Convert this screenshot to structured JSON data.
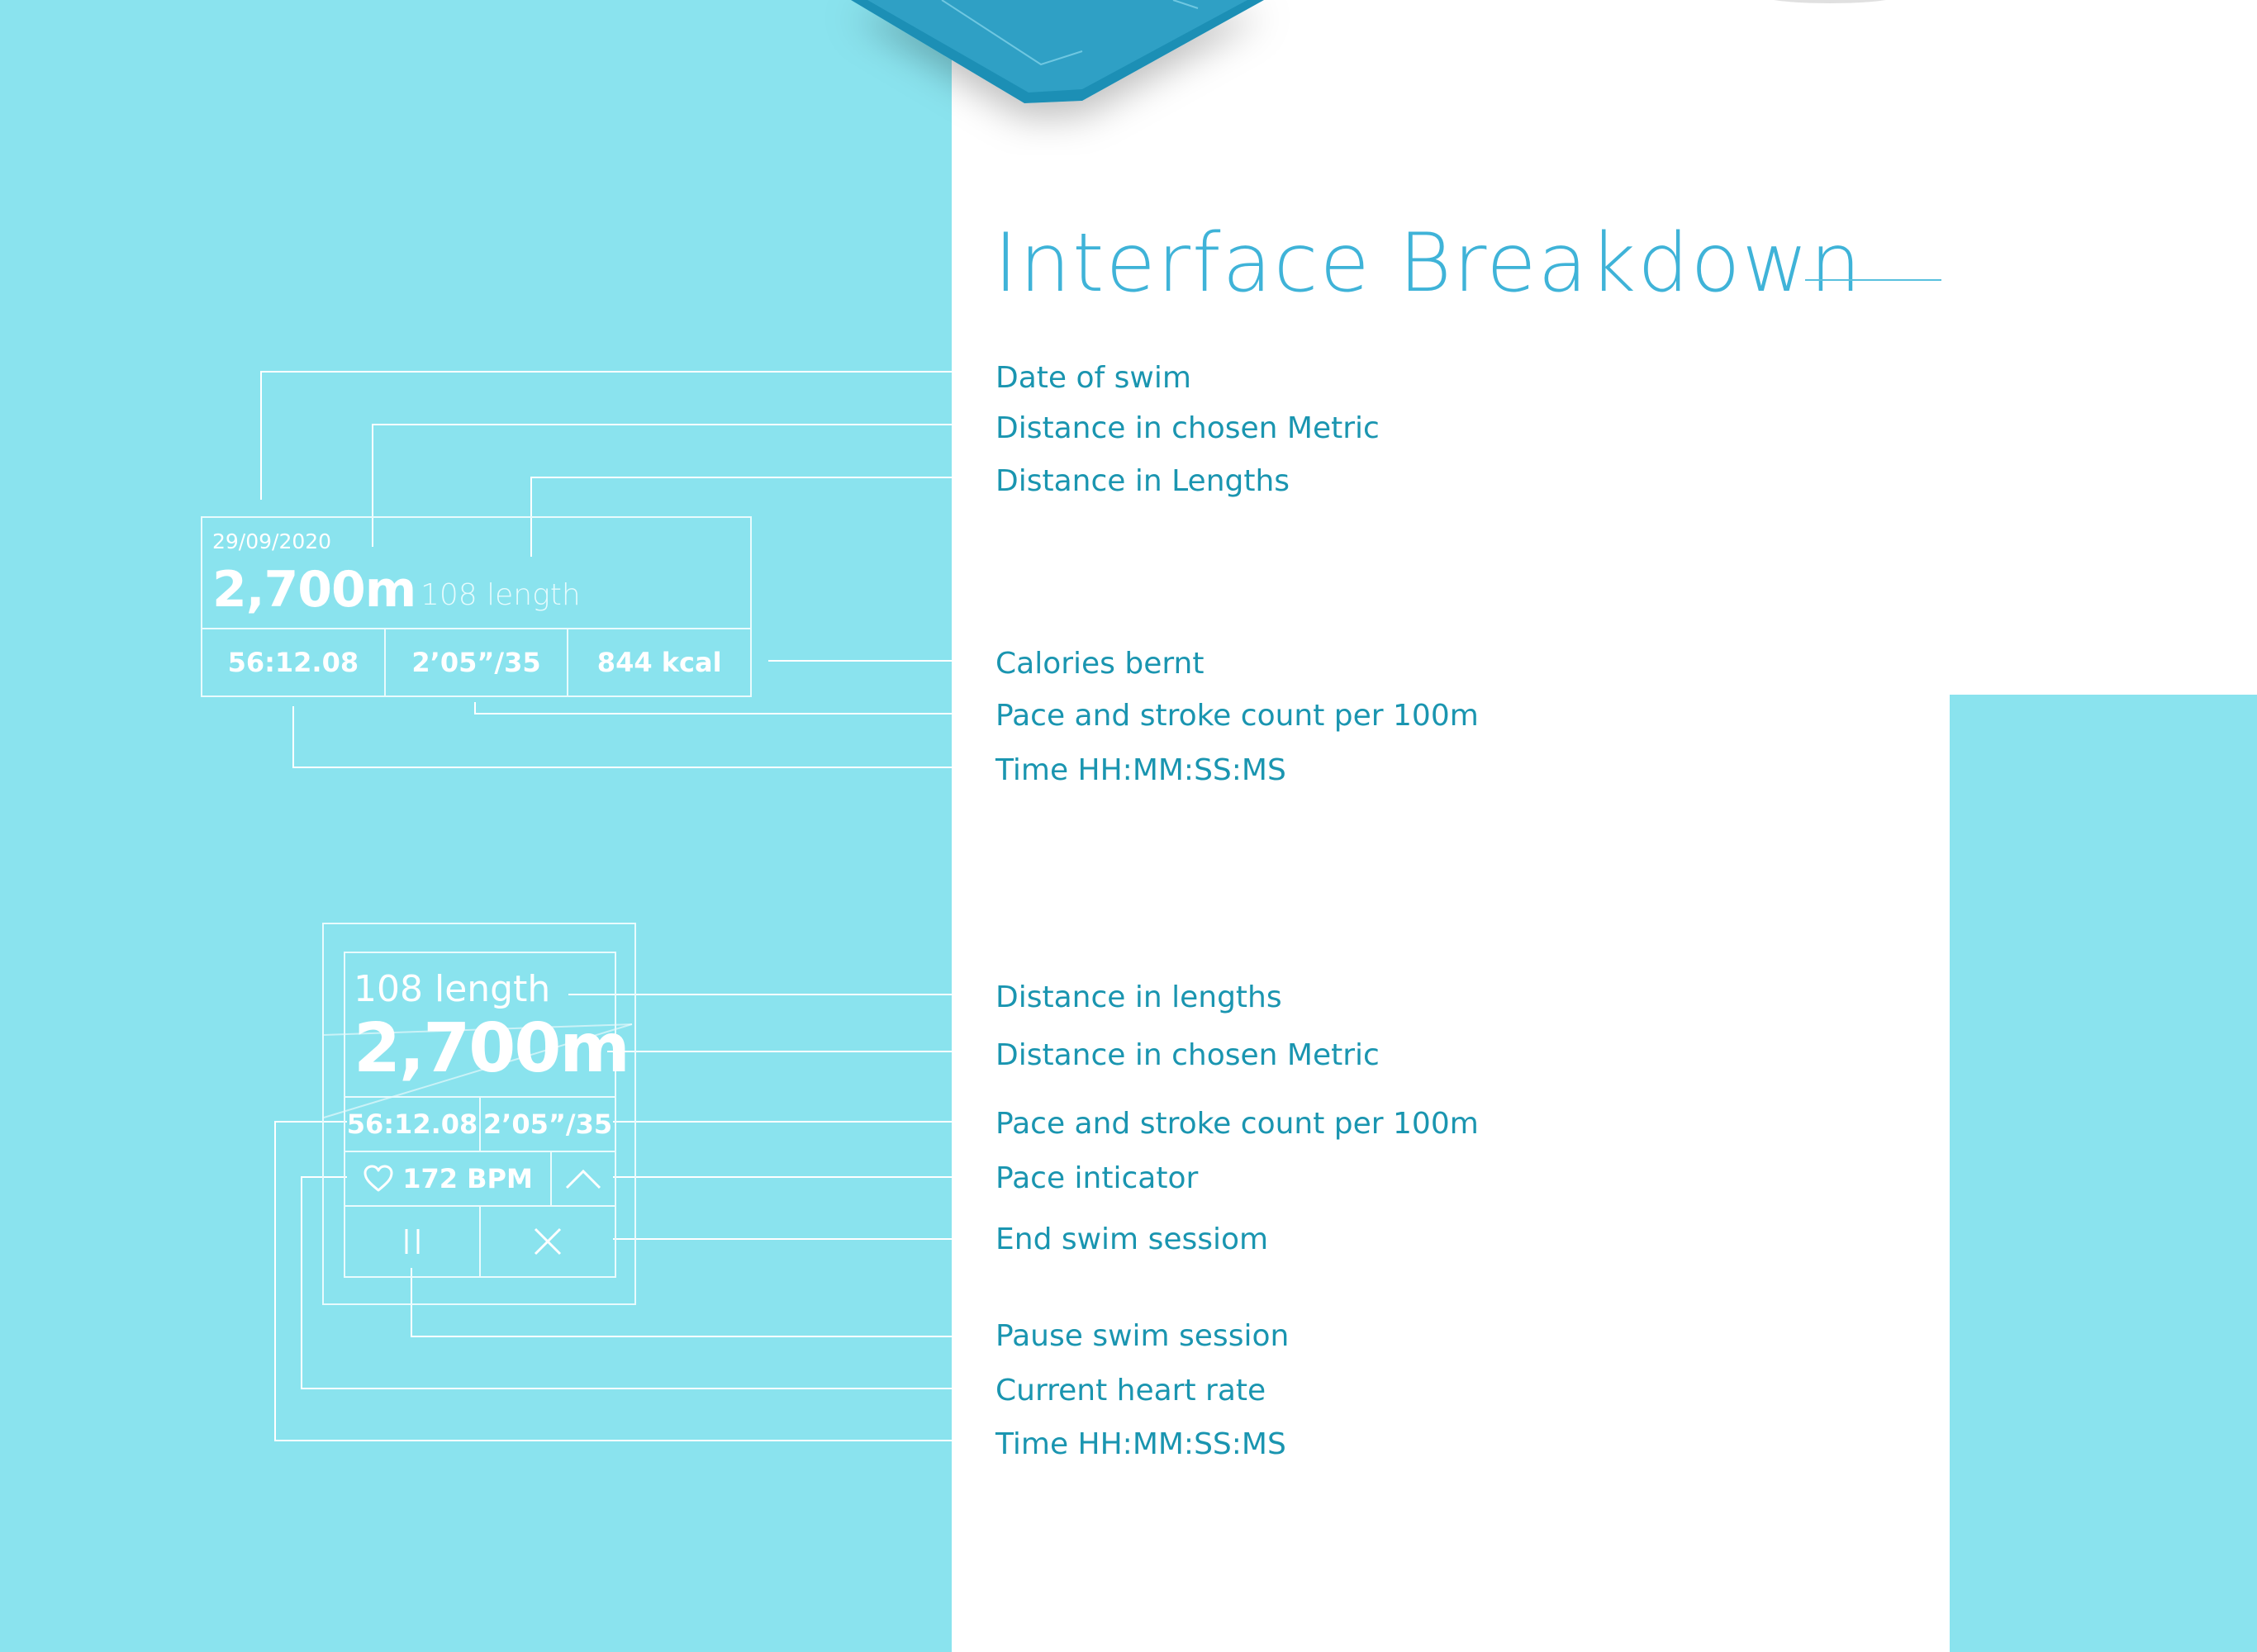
{
  "title": "Interface Breakdown",
  "card_summary": {
    "date": "29/09/2020",
    "distance": "2,700m",
    "lengths": "108 length",
    "time": "56:12.08",
    "pace": "2’05”/35",
    "calories": "844 kcal"
  },
  "card_summary_labels": [
    "Date of swim",
    "Distance in chosen Metric",
    "Distance in Lengths",
    "Calories bernt",
    "Pace and stroke count per 100m",
    "Time HH:MM:SS:MS"
  ],
  "card_watch": {
    "lengths": "108 length",
    "distance": "2,700m",
    "time": "56:12.08",
    "pace": "2’05”/35",
    "heart_rate": "172 BPM",
    "icons": [
      "heart-icon",
      "chevron-up-icon",
      "pause-icon",
      "close-icon"
    ]
  },
  "card_watch_labels": [
    "Distance in lengths",
    "Distance in chosen Metric",
    "Pace and stroke count per 100m",
    "Pace inticator",
    "End swim sessiom",
    "Pause swim session",
    "Current heart rate",
    "Time HH:MM:SS:MS"
  ],
  "colors": {
    "aqua_background": "#8ae3ee",
    "title_blue": "#3fb3d8",
    "label_blue": "#1a95b0",
    "line_white": "#ffffff"
  }
}
